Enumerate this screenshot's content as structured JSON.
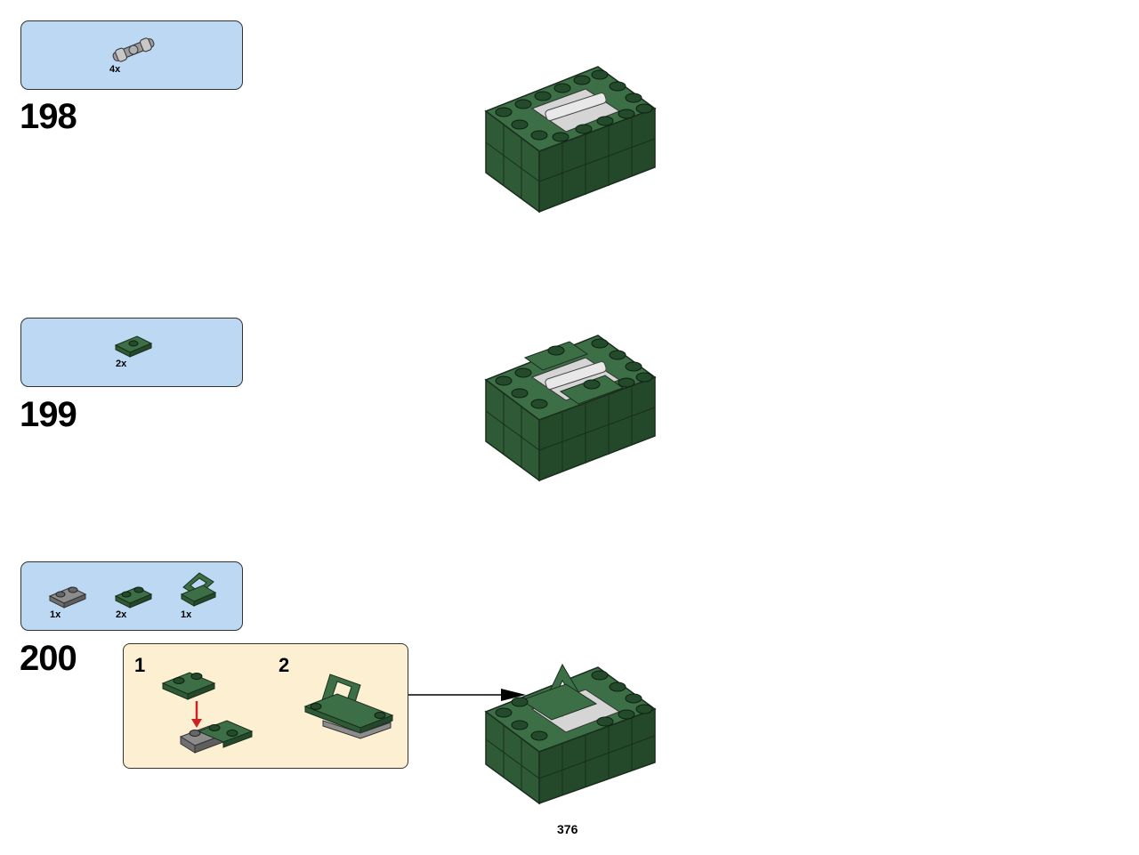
{
  "page_number": "376",
  "colors": {
    "parts_box": "#bcd8f2",
    "sub_assembly_box": "#fdefd2",
    "brick_green": "#2e5a35",
    "brick_green_dark": "#1f3f25",
    "brick_green_light": "#3d6f46",
    "part_gray": "#808080",
    "arrow_red": "#cc2222"
  },
  "steps": [
    {
      "number": "198",
      "parts": [
        {
          "icon": "universal-joint-icon",
          "quantity": "4x"
        }
      ]
    },
    {
      "number": "199",
      "parts": [
        {
          "icon": "green-plate-1x2-jumper-icon",
          "quantity": "2x"
        }
      ]
    },
    {
      "number": "200",
      "parts": [
        {
          "icon": "gray-plate-1x2-icon",
          "quantity": "1x"
        },
        {
          "icon": "green-plate-1x2-icon",
          "quantity": "2x"
        },
        {
          "icon": "green-handle-bracket-icon",
          "quantity": "1x"
        }
      ],
      "sub_steps": [
        {
          "number": "1"
        },
        {
          "number": "2"
        }
      ]
    }
  ]
}
